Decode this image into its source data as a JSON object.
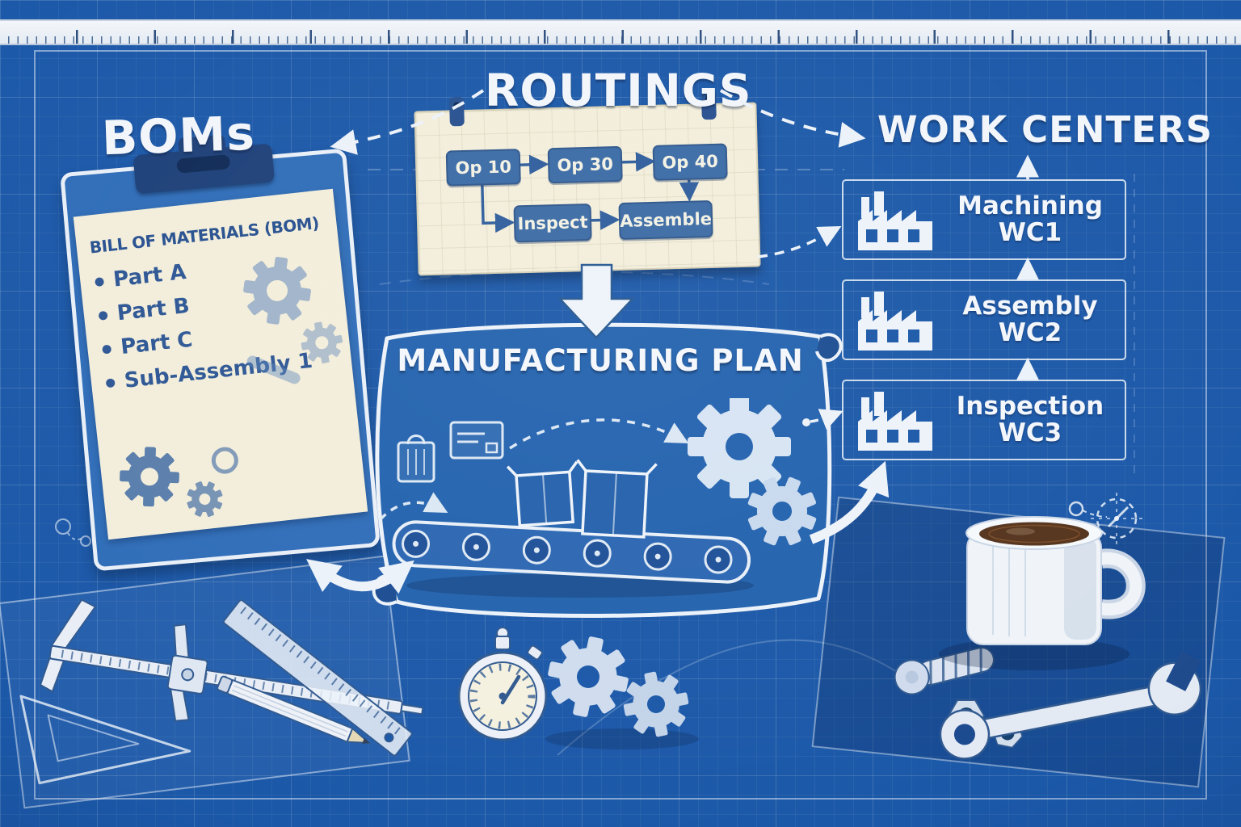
{
  "sections": {
    "boms_title": "BOMs",
    "routings_title": "ROUTINGS",
    "work_centers_title": "WORK CENTERS"
  },
  "bom_card": {
    "title": "BILL OF MATERIALS (BOM)",
    "items": [
      "Part A",
      "Part B",
      "Part C",
      "Sub-Assembly 1"
    ]
  },
  "routing": {
    "op_boxes": [
      "Op 10",
      "Op 30",
      "Op 40"
    ],
    "step_boxes": [
      "Inspect",
      "Assemble"
    ]
  },
  "plan": {
    "title": "MANUFACTURING PLAN"
  },
  "work_centers": [
    {
      "name": "Machining",
      "code": "WC1"
    },
    {
      "name": "Assembly",
      "code": "WC2"
    },
    {
      "name": "Inspection",
      "code": "WC3"
    }
  ],
  "colors": {
    "blueprint_blue": "#1b58a8",
    "paper_cream": "#f3eedb",
    "ink_blue": "#2a5a9c",
    "line_white": "#ecf2f9",
    "box_blue": "#3a6aa4",
    "coffee_brown": "#55341d"
  },
  "icons": [
    "clipboard-icon",
    "factory-icon",
    "gear-icon",
    "conveyor-belt-icon",
    "package-icon",
    "document-icon",
    "stopwatch-icon",
    "coffee-mug-icon",
    "wrench-icon",
    "calipers-icon",
    "ruler-icon",
    "set-square-icon",
    "pencil-icon",
    "bolt-icon",
    "nut-icon",
    "compass-icon",
    "arrow-icon"
  ]
}
